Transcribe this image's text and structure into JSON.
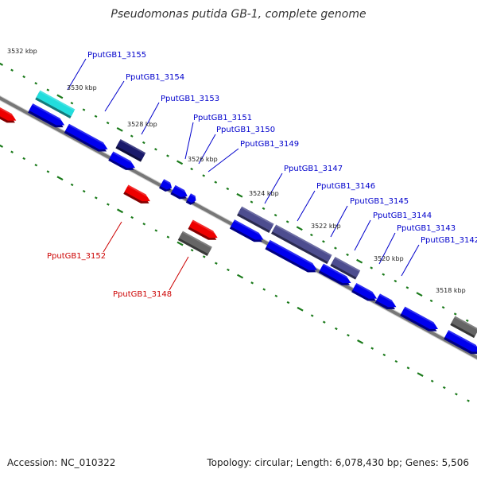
{
  "title": "Pseudomonas putida GB-1, complete genome",
  "footer": {
    "accession": "Accession: NC_010322",
    "topology": "Topology: circular; Length: 6,078,430 bp; Genes: 5,506"
  },
  "colors": {
    "backbone": "#777777",
    "tick": "#1a7a1a",
    "label_forward": "#0000cc",
    "label_reverse": "#cc0000",
    "gene_blue": "#0000ee",
    "gene_red": "#ee0000",
    "gene_navy": "#1a1a6b",
    "gene_purple": "#4d4d8f",
    "gene_gray": "#666666",
    "gene_cyan": "#22dddd"
  },
  "kbp_labels": [
    "3532 kbp",
    "3530 kbp",
    "3528 kbp",
    "3526 kbp",
    "3524 kbp",
    "3522 kbp",
    "3520 kbp",
    "3518 kbp"
  ],
  "gene_labels": {
    "forward": [
      "PputGB1_3155",
      "PputGB1_3154",
      "PputGB1_3153",
      "PputGB1_3151",
      "PputGB1_3150",
      "PputGB1_3149",
      "PputGB1_3147",
      "PputGB1_3146",
      "PputGB1_3145",
      "PputGB1_3144",
      "PputGB1_3143",
      "PputGB1_3142"
    ],
    "reverse": [
      "PputGB1_3152",
      "PputGB1_3148"
    ]
  }
}
